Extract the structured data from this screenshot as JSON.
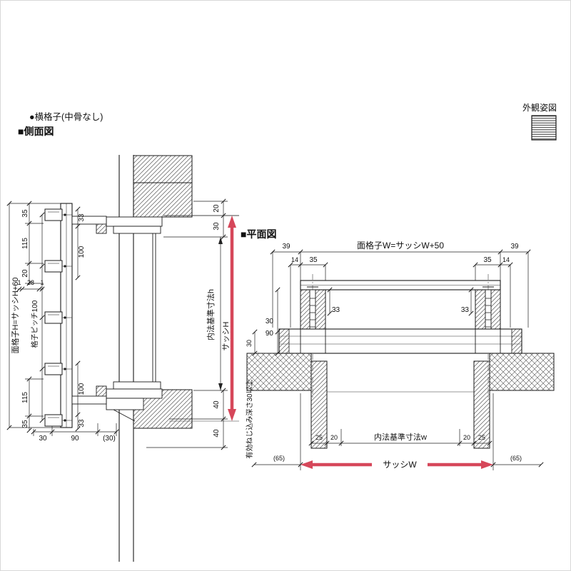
{
  "colors": {
    "accent_red": "#d6475a",
    "ink": "#1a1a1a"
  },
  "header": {
    "lattice_type": "●横格子(中骨なし)",
    "appearance_title": "外観姿図"
  },
  "side_view": {
    "title": "■側面図",
    "overall_height_label": "面格子H=サッシH+60",
    "pitch_label": "格子ピッチ100",
    "inner_height_label": "内法基準寸法h",
    "sash_height_label": "サッシH",
    "dims": {
      "d35_top": "35",
      "d115_top": "115",
      "d20_left": "20",
      "d1_a": "1",
      "d28": "28",
      "d1_b": "1",
      "d33_top": "33",
      "d100_top": "100",
      "d100_bottom": "100",
      "d33_bottom": "33",
      "d115_bottom": "115",
      "d35_bottom": "35",
      "d30_sill": "30",
      "d90_sill": "90",
      "d30_paren": "(30)",
      "d20_head": "20",
      "d30_head": "30",
      "d40_a": "40",
      "d40_b": "40"
    }
  },
  "plan_view": {
    "title": "■平面図",
    "width_label": "面格子W=サッシW+50",
    "inner_width_label": "内法基準寸法w",
    "sash_width_label": "サッシW",
    "screw_note": "有効ねじ込み深さ30以上",
    "dims": {
      "d39_left": "39",
      "d39_right": "39",
      "d14_left": "14",
      "d35_left": "35",
      "d35_right": "35",
      "d14_right": "14",
      "d33_left": "33",
      "d33_right": "33",
      "d30_side": "30",
      "d90_side": "90",
      "d30_wall": "30",
      "d25_left": "25",
      "d20_left": "20",
      "d20_right": "20",
      "d25_right": "25",
      "d65_left": "(65)",
      "d65_right": "(65)"
    }
  }
}
